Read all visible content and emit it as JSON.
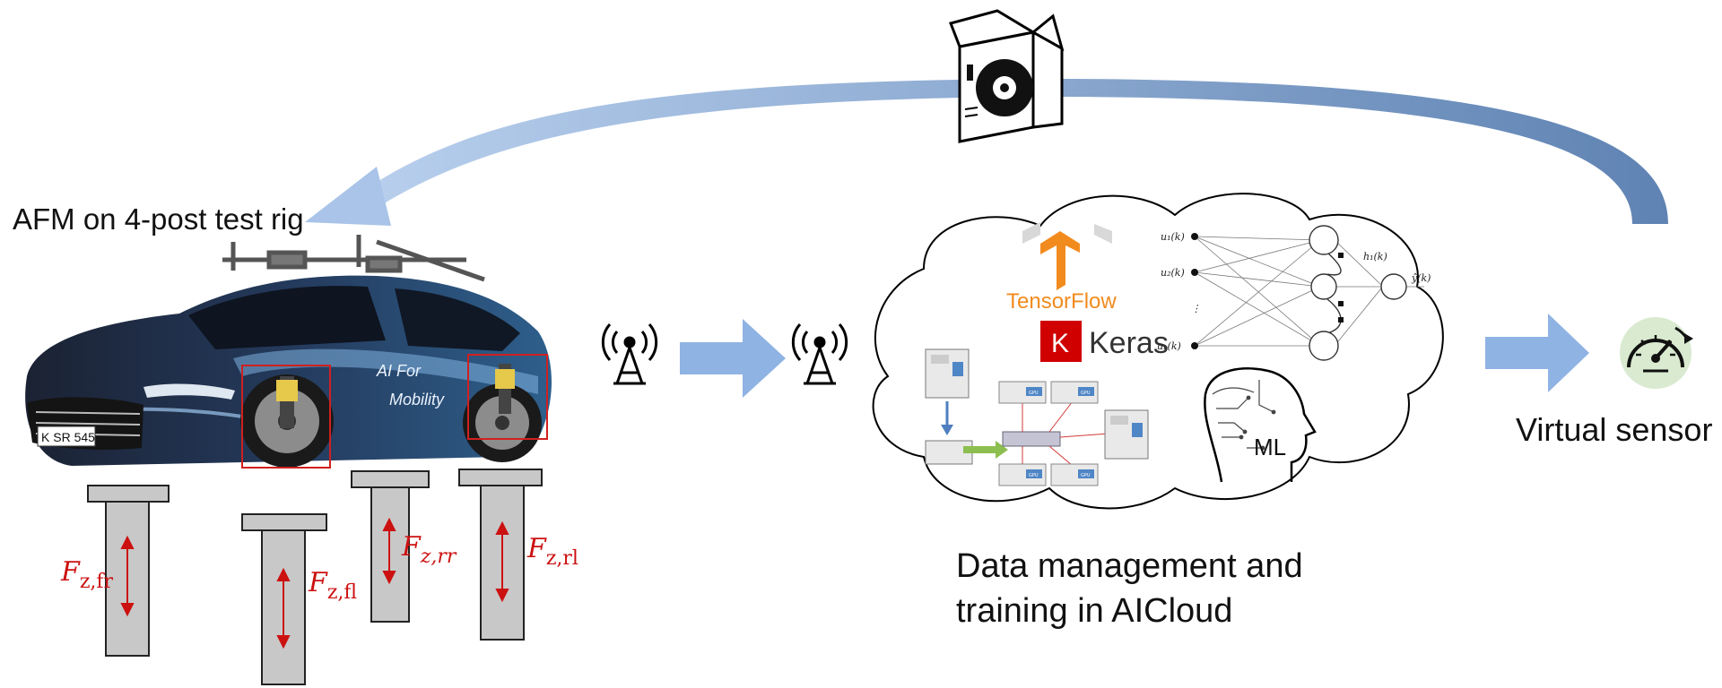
{
  "labels": {
    "rig_title": "AFM on 4-post test rig",
    "cloud_caption_line1": "Data management and",
    "cloud_caption_line2": "training in AICloud",
    "virtual_sensor": "Virtual sensor"
  },
  "forces": {
    "fr": {
      "main": "F",
      "sub": "z,fr"
    },
    "fl": {
      "main": "F",
      "sub": "z,fl"
    },
    "rr": {
      "main": "F",
      "sub": "z,rr"
    },
    "rl": {
      "main": "F",
      "sub": "z,rl"
    }
  },
  "car": {
    "plate": "K SR 545",
    "decal_line1": "AI For",
    "decal_line2": "Mobility"
  },
  "cloud": {
    "tensorflow": "TensorFlow",
    "keras_letter": "K",
    "keras": "Keras",
    "ml": "ML",
    "nn_inputs": [
      "u₁(k)",
      "u₂(k)",
      "⋮",
      "uₙ(k)"
    ],
    "nn_hidden": "h₁(k)",
    "nn_output": "ŷ(k)",
    "gpu": "GPU"
  },
  "icons": [
    "software-box-icon",
    "antenna-icon",
    "speedometer-icon",
    "brain-icon",
    "server-icon"
  ],
  "colors": {
    "arrow_blue": "#8fb3e3",
    "arc_dark": "#6a8dbc",
    "force_red": "#cc1111",
    "post_gray": "#c8c8c8",
    "tf_orange": "#f28b1e",
    "keras_red": "#d00000",
    "sensor_green": "#d9ead0"
  }
}
